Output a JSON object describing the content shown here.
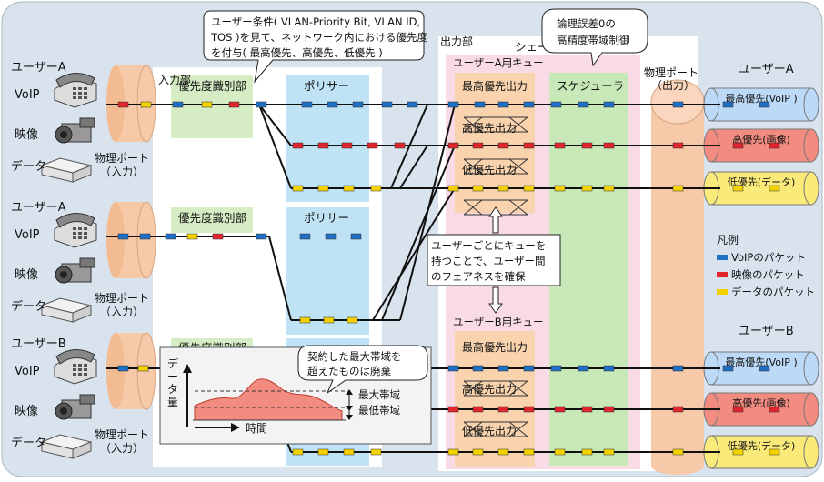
{
  "callouts": {
    "condition_lines": [
      "ユーザー条件( VLAN-Priority Bit, VLAN ID,",
      "TOS )を見て、ネットワーク内における優先度",
      "を付与( 最高優先、高優先、低優先 )"
    ],
    "precision_lines": [
      "論理誤差0の",
      "高精度帯域制御"
    ],
    "discard_lines": [
      "契約した最大帯域を",
      "超えたものは廃棄"
    ],
    "fairness_lines": [
      "ユーザーごとにキューを",
      "持つことで、ユーザー間",
      "のフェアネスを確保"
    ]
  },
  "sections": {
    "input": "入力部",
    "output": "出力部",
    "shaper": "シェーパー",
    "physical_out": [
      "物理ポート",
      "（出力）"
    ],
    "queue_a": "ユーザーA用キュー",
    "queue_b": "ユーザーB用キュー",
    "scheduler": "スケジューラ"
  },
  "left_users": [
    {
      "name": "ユーザーA",
      "voip": "VoIP",
      "video": "映像",
      "data": "データ",
      "port": [
        "物理ポート",
        "（入力）"
      ]
    },
    {
      "name": "ユーザーA",
      "voip": "VoIP",
      "video": "映像",
      "data": "データ",
      "port": [
        "物理ポート",
        "（入力）"
      ]
    },
    {
      "name": "ユーザーB",
      "voip": "VoIP",
      "video": "映像",
      "data": "データ",
      "port": [
        "物理ポート",
        "（入力）"
      ]
    }
  ],
  "blocks": {
    "priority_id": "優先度識別部",
    "policer": "ポリサー"
  },
  "queues": {
    "top": "最高優先出力",
    "high": "高優先出力",
    "low": "低優先出力"
  },
  "right_users": [
    {
      "name": "ユーザーA",
      "top": "最高優先(VoIP )",
      "high": "高優先(画像)",
      "low": "低優先(データ)"
    },
    {
      "name": "ユーザーB",
      "top": "最高優先(VoIP )",
      "high": "高優先(画像)",
      "low": "低優先(データ)"
    }
  ],
  "legend": {
    "title": "凡例",
    "items": [
      {
        "label": "VoIPのパケット",
        "color": "#1f6fc4"
      },
      {
        "label": "映像のパケット",
        "color": "#e0262c"
      },
      {
        "label": "データのパケット",
        "color": "#f4d200"
      }
    ]
  },
  "graph": {
    "ylabel": [
      "デ",
      "ー",
      "タ",
      "量"
    ],
    "xlabel": "時間",
    "max_label": "最大帯域",
    "min_label": "最低帯域"
  },
  "colors": {
    "voip": "#1f6fc4",
    "video": "#e0262c",
    "data": "#f4d200",
    "policer": "#bfe3f5",
    "priority": "#d6ecc4",
    "shaper": "#f9dbe6",
    "queue": "#f8d3ad",
    "scheduler": "#c9e8b8",
    "port": "#f6c9a8",
    "background": "#d8e3ee"
  }
}
